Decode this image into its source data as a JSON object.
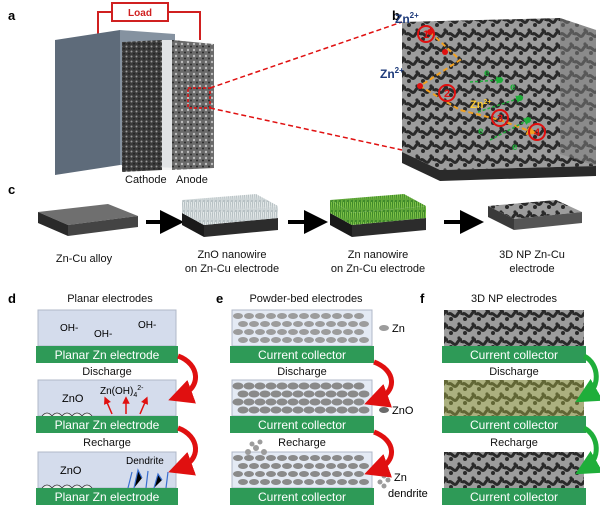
{
  "panels": {
    "a": "a",
    "b": "b",
    "c": "c",
    "d": "d",
    "e": "e",
    "f": "f"
  },
  "panel_a": {
    "load": "Load",
    "cathode": "Cathode",
    "anode": "Anode"
  },
  "panel_b": {
    "ion_top": "Zn",
    "ion_top_sup": "2+",
    "ion_mid": "Zn",
    "ion_mid_sup": "2+",
    "ion_inner": "Zn",
    "ion_inner_sup": "2+",
    "steps": [
      "1",
      "2",
      "3",
      "4"
    ],
    "electron": "e"
  },
  "panel_c": {
    "items": [
      {
        "line1": "Zn-Cu alloy",
        "line2": ""
      },
      {
        "line1": "ZnO  nanowire",
        "line2": "on Zn-Cu electrode"
      },
      {
        "line1": "Zn  nanowire",
        "line2": "on Zn-Cu electrode"
      },
      {
        "line1": "3D NP Zn-Cu",
        "line2": "electrode"
      }
    ]
  },
  "panel_d": {
    "title": "Planar electrodes",
    "oh": [
      "OH-",
      "OH-",
      "OH-"
    ],
    "bar": "Planar Zn electrode",
    "discharge": "Discharge",
    "zincate": "Zn(OH)",
    "zincate_sub": "4",
    "zincate_sup": "2-",
    "zno": "ZnO",
    "recharge": "Recharge",
    "zno2": "ZnO",
    "dendrite": "Dendrite"
  },
  "panel_e": {
    "title": "Powder-bed electrodes",
    "bar": "Current collector",
    "zn": "Zn",
    "discharge": "Discharge",
    "zno": "ZnO",
    "recharge": "Recharge",
    "zn_dendrite_1": "Zn",
    "zn_dendrite_2": "dendrite"
  },
  "panel_f": {
    "title": "3D NP electrodes",
    "bar": "Current collector",
    "discharge": "Discharge",
    "recharge": "Recharge"
  },
  "colors": {
    "green_bar": "#2e9a57",
    "red_arrow": "#e01010",
    "green_arrow": "#1fae3a",
    "box_fill": "#d4dcec"
  }
}
